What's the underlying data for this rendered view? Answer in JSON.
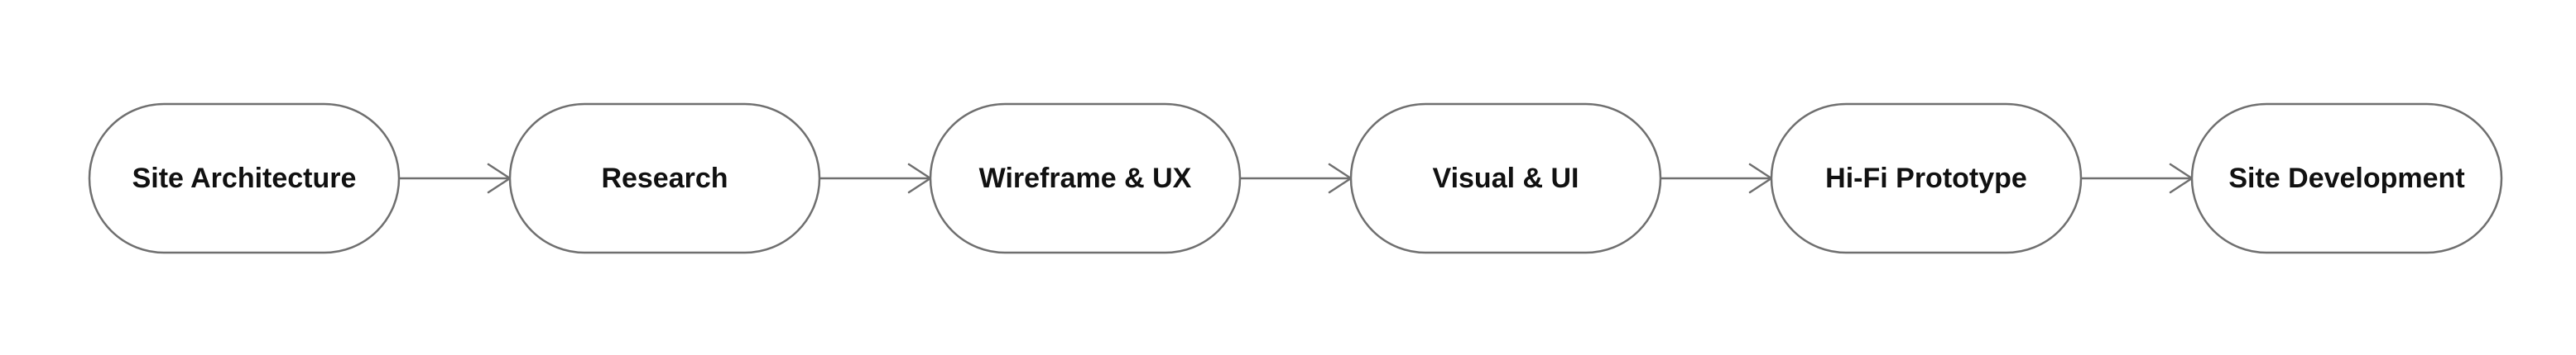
{
  "diagram": {
    "type": "flowchart",
    "direction": "left-to-right",
    "colors": {
      "background": "#ffffff",
      "stroke": "#6f6f6f",
      "text": "#111111"
    },
    "nodes": [
      {
        "id": "site-architecture",
        "label": "Site Architecture"
      },
      {
        "id": "research",
        "label": "Research"
      },
      {
        "id": "wireframe-ux",
        "label": "Wireframe & UX"
      },
      {
        "id": "visual-ui",
        "label": "Visual & UI"
      },
      {
        "id": "hifi-prototype",
        "label": "Hi-Fi Prototype"
      },
      {
        "id": "site-development",
        "label": "Site Development"
      }
    ],
    "edges": [
      {
        "from": "site-architecture",
        "to": "research"
      },
      {
        "from": "research",
        "to": "wireframe-ux"
      },
      {
        "from": "wireframe-ux",
        "to": "visual-ui"
      },
      {
        "from": "visual-ui",
        "to": "hifi-prototype"
      },
      {
        "from": "hifi-prototype",
        "to": "site-development"
      }
    ]
  }
}
